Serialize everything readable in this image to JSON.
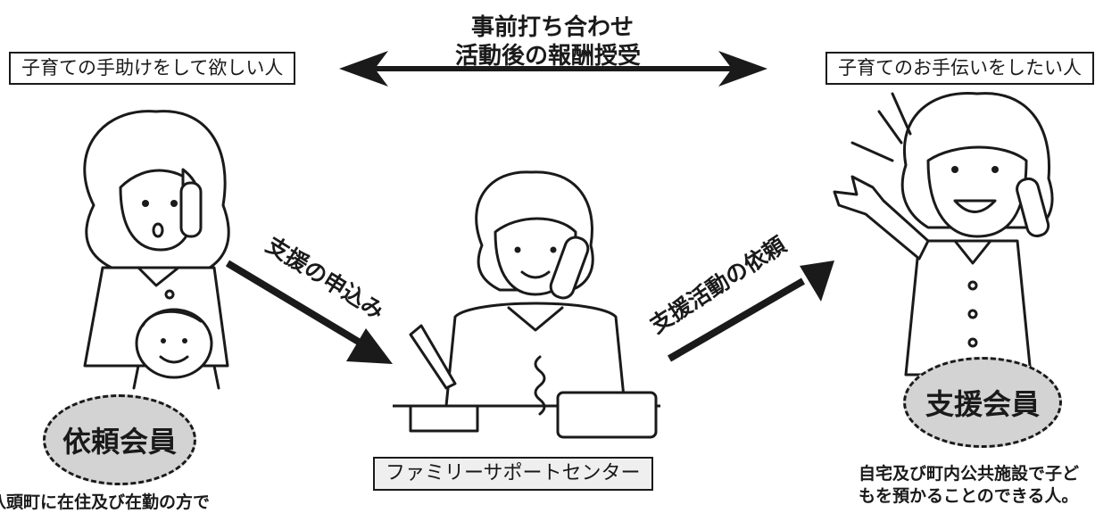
{
  "diagram": {
    "top_label_line1": "事前打ち合わせ",
    "top_label_line2": "活動後の報酬授受",
    "left_box": "子育ての手助けをして欲しい人",
    "right_box": "子育てのお手伝いをしたい人",
    "arrow_left_label": "支援の申込み",
    "arrow_right_label": "支援活動の依頼",
    "center_box": "ファミリーサポートセンター",
    "left_member": "依頼会員",
    "right_member": "支援会員",
    "left_desc": "八頭町に在住及び在勤の方で",
    "right_desc_line1": "自宅及び町内公共施設で子ど",
    "right_desc_line2": "もを預かることのできる人。"
  },
  "colors": {
    "line": "#1a1a1a",
    "blob_fill": "#d3d3d3",
    "background": "#ffffff"
  }
}
